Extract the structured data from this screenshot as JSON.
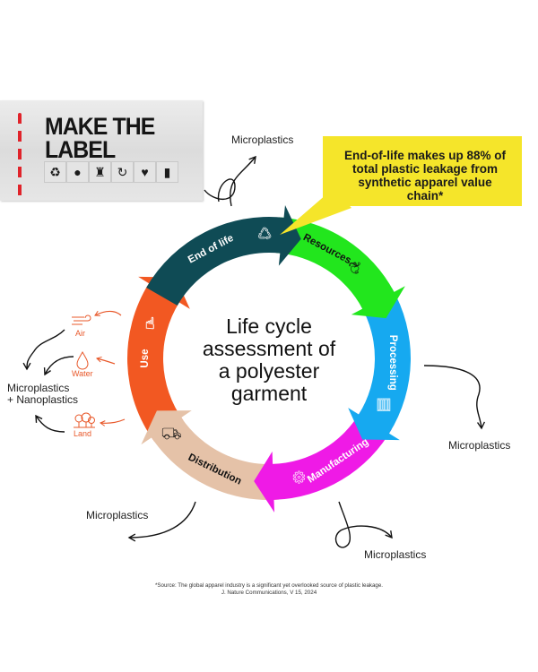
{
  "badge": {
    "title_line1": "MAKE THE",
    "title_line2": "LABEL COUNT",
    "icons": [
      "recycle-icon",
      "clock-icon",
      "factory-icon",
      "refresh-icon",
      "heart-hands-icon",
      "bottle-icon"
    ],
    "icon_glyphs": [
      "♻",
      "●",
      "♜",
      "↻",
      "♥",
      "▮"
    ]
  },
  "callout": {
    "text": "End-of-life makes up 88% of total plastic leakage from synthetic apparel value chain*",
    "color": "#f5e52a"
  },
  "center": {
    "line1": "Life cycle",
    "line2": "assessment of",
    "line3": "a polyester",
    "line4": "garment"
  },
  "stages": [
    {
      "id": "end-of-life",
      "label": "End of life",
      "color": "#0f4b55",
      "text_color": "#ffffff",
      "icon": "recycle-icon"
    },
    {
      "id": "resources",
      "label": "Resources",
      "color": "#22e61d",
      "text_color": "#111111",
      "icon": "plant-icon"
    },
    {
      "id": "processing",
      "label": "Processing",
      "color": "#16a9f0",
      "text_color": "#ffffff",
      "icon": "factory-icon"
    },
    {
      "id": "manufacturing",
      "label": "Manufacturing",
      "color": "#ef1ae6",
      "text_color": "#ffffff",
      "icon": "robot-arm-icon"
    },
    {
      "id": "distribution",
      "label": "Distribution",
      "color": "#e5c2a8",
      "text_color": "#111111",
      "icon": "truck-icon"
    },
    {
      "id": "use",
      "label": "Use",
      "color": "#f25822",
      "text_color": "#ffffff",
      "icon": "hand-pointer-icon"
    }
  ],
  "outputs": {
    "top": "Microplastics",
    "right": "Microplastics",
    "bottom_right": "Microplastics",
    "bottom_left": "Microplastics",
    "left_line1": "Microplastics",
    "left_line2": "+ Nanoplastics",
    "pathways": [
      "Air",
      "Water",
      "Land"
    ]
  },
  "footnote": {
    "line1": "*Source: The global apparel industry is a significant yet overlooked source of plastic leakage.",
    "line2": "J. Nature Communications, V 15, 2024"
  }
}
